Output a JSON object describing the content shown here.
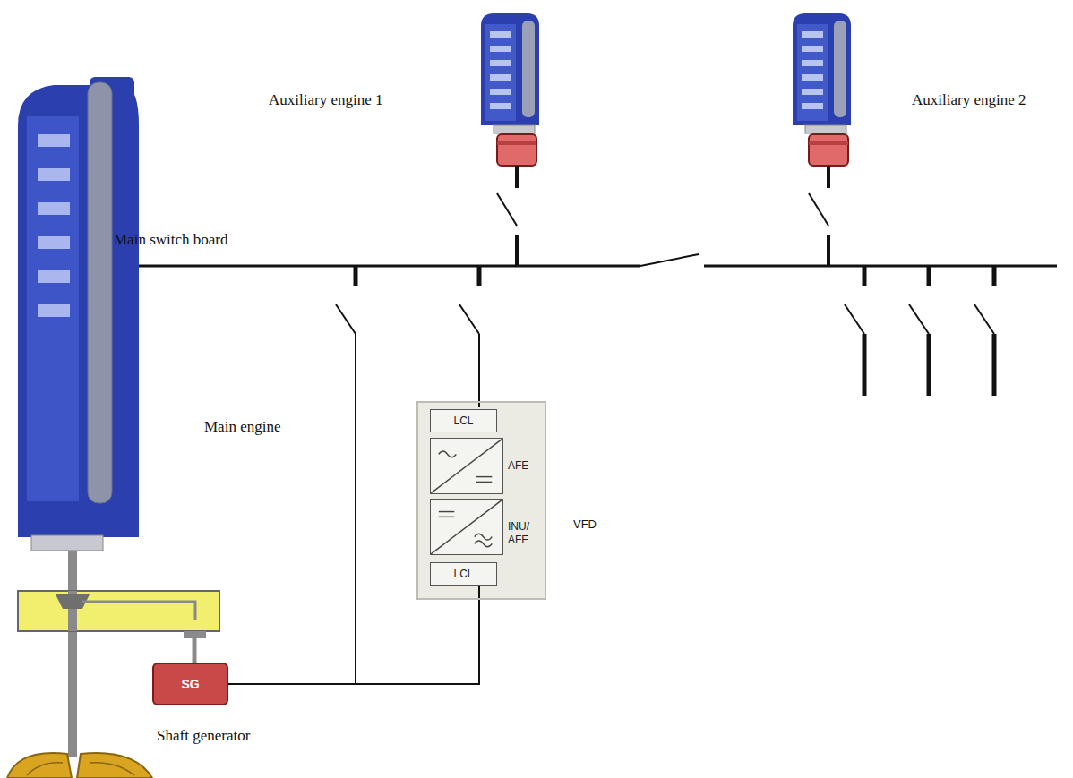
{
  "diagram": {
    "nodes": [
      {
        "text": [
          "VFD"
        ]
      },
      {
        "text": [
          "LCL"
        ],
        "in": 0
      },
      {
        "text": [
          "AFE"
        ],
        "in": 0
      },
      {
        "text": [
          "INU/ AFE"
        ],
        "in": 0
      },
      {
        "text": [
          "LCL"
        ],
        "in": 0
      },
      {
        "text": [
          "SG",
          "Shaft generator"
        ]
      }
    ],
    "edges": [
      {
        "from": 5,
        "to": 4,
        "arrow": "none"
      }
    ],
    "labels": [
      "Auxiliary engine 1",
      "Auxiliary engine 2",
      "Main switch board",
      "Main engine"
    ]
  }
}
